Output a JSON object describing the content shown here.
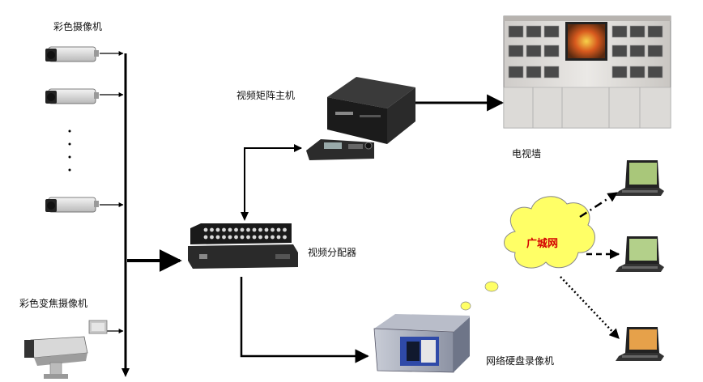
{
  "labels": {
    "camera_group": "彩色摄像机",
    "zoom_camera": "彩色变焦摄像机",
    "matrix_host": "视频矩阵主机",
    "tv_wall": "电视墙",
    "distributor": "视频分配器",
    "cloud": "广城网",
    "dvr": "网络硬盘录像机"
  },
  "colors": {
    "line": "#000000",
    "cloud_fill": "#ffff66",
    "cloud_text": "#d40000",
    "device_dark": "#1b1b1b",
    "dvr_blue": "#2f4aa8",
    "wall_frame": "#d9d6d3",
    "screen_accent": "#e8a020"
  },
  "icons": {
    "camera": "cctv-camera-icon",
    "ptz_camera": "ptz-zoom-camera-icon",
    "matrix": "video-matrix-icon",
    "keyboard": "control-keyboard-icon",
    "tv_wall": "video-wall-icon",
    "distributor": "video-distributor-icon",
    "cloud": "wan-cloud-icon",
    "dvr": "network-dvr-icon",
    "laptop": "laptop-icon"
  }
}
